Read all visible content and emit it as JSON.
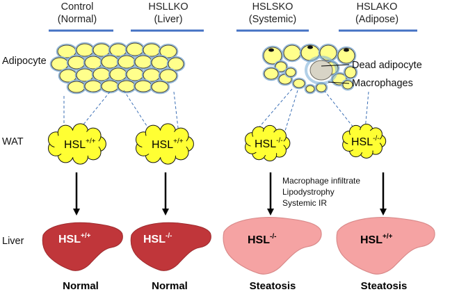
{
  "columns": [
    {
      "title": "Control",
      "subtitle": "(Normal)"
    },
    {
      "title": "HSLLKO",
      "subtitle": "(Liver)"
    },
    {
      "title": "HSLSKO",
      "subtitle": "(Systemic)"
    },
    {
      "title": "HSLAKO",
      "subtitle": "(Adipose)"
    }
  ],
  "rows": {
    "adipocyte": "Adipocyte",
    "wat": "WAT",
    "liver": "Liver"
  },
  "annotations": {
    "dead_adipocyte": "Dead adipocyte",
    "macrophages": "Macrophages"
  },
  "wat_genotypes": [
    {
      "base": "HSL",
      "sup": "+/+"
    },
    {
      "base": "HSL",
      "sup": "+/+"
    },
    {
      "base": "HSL",
      "sup": "-/-"
    },
    {
      "base": "HSL",
      "sup": "-/-"
    }
  ],
  "liver_genotypes": [
    {
      "base": "HSL",
      "sup": "+/+"
    },
    {
      "base": "HSL",
      "sup": "-/-"
    },
    {
      "base": "HSL",
      "sup": "-/-"
    },
    {
      "base": "HSL",
      "sup": "+/+"
    }
  ],
  "phenotype_notes": [
    "Macrophage infiltrate",
    "Lipodystrophy",
    "Systemic IR"
  ],
  "outcomes": [
    "Normal",
    "Normal",
    "Steatosis",
    "Steatosis"
  ],
  "colors": {
    "header_line": "#4472c4",
    "adipocyte_fill": "#ffff8c",
    "wat_fill": "#ffff33",
    "liver_dark": "#c0363a",
    "liver_light": "#f5a3a3",
    "dashed": "#3b6fb5"
  }
}
